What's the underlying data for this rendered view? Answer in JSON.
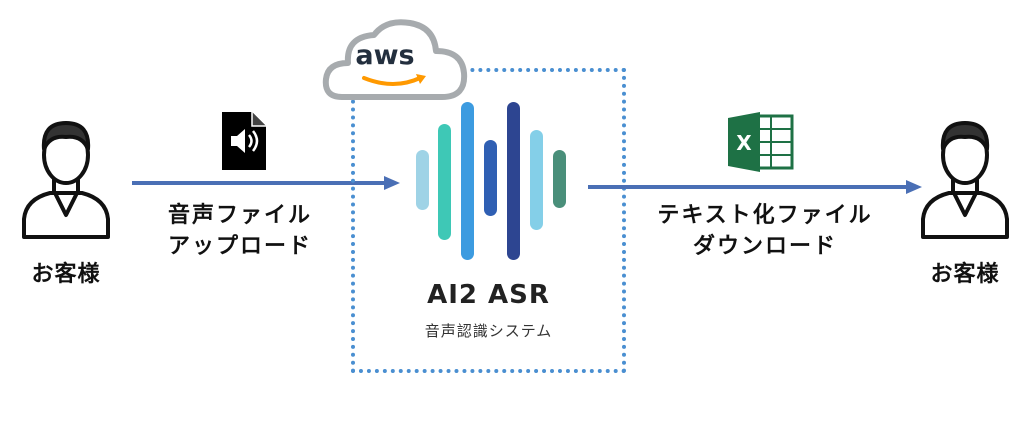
{
  "customer_left": {
    "label": "お客様"
  },
  "customer_right": {
    "label": "お客様"
  },
  "upload_label": {
    "line1": "音声ファイル",
    "line2": "アップロード"
  },
  "download_label": {
    "line1": "テキスト化ファイル",
    "line2": "ダウンロード"
  },
  "cloud": {
    "text": "aws"
  },
  "system": {
    "title": "AI2 ASR",
    "subtitle": "音声認識システム"
  },
  "excel_icon_letter": "X",
  "colors": {
    "arrow": "#4a6fb5",
    "dotted_border": "#4a8fd1",
    "aws_orange": "#ff9900",
    "excel_green": "#1e7145",
    "wave": [
      "#9fd3e6",
      "#3ec8b6",
      "#3c9be0",
      "#2f5fb3",
      "#2d4591",
      "#84cfe8",
      "#4a8f7a"
    ]
  }
}
